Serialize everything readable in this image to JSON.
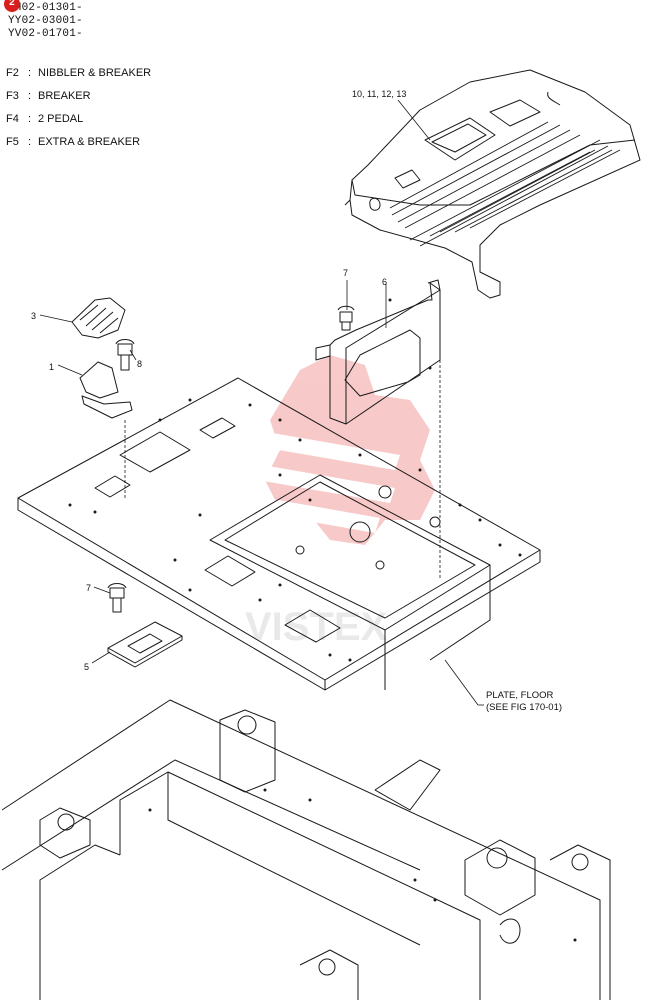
{
  "header": {
    "badge": "2",
    "serials": [
      "YH02-01301-",
      "YY02-03001-",
      "YV02-01701-"
    ]
  },
  "legend": [
    {
      "code": "F2",
      "sep": ":",
      "label": "NIBBLER & BREAKER"
    },
    {
      "code": "F3",
      "sep": ":",
      "label": "BREAKER"
    },
    {
      "code": "F4",
      "sep": ":",
      "label": "2 PEDAL"
    },
    {
      "code": "F5",
      "sep": ":",
      "label": "EXTRA & BREAKER"
    }
  ],
  "callouts": {
    "c1": "1",
    "c3": "3",
    "c5": "5",
    "c6": "6",
    "c7a": "7",
    "c7b": "7",
    "c8": "8",
    "c10": "10, 11, 12, 13"
  },
  "floor_note": {
    "line1": "PLATE, FLOOR",
    "line2": "(SEE FIG 170-01)"
  },
  "watermark": "VISTEX",
  "colors": {
    "line": "#1a1a1a",
    "watermark": "#f08a8a",
    "badge": "#d81e1e"
  }
}
